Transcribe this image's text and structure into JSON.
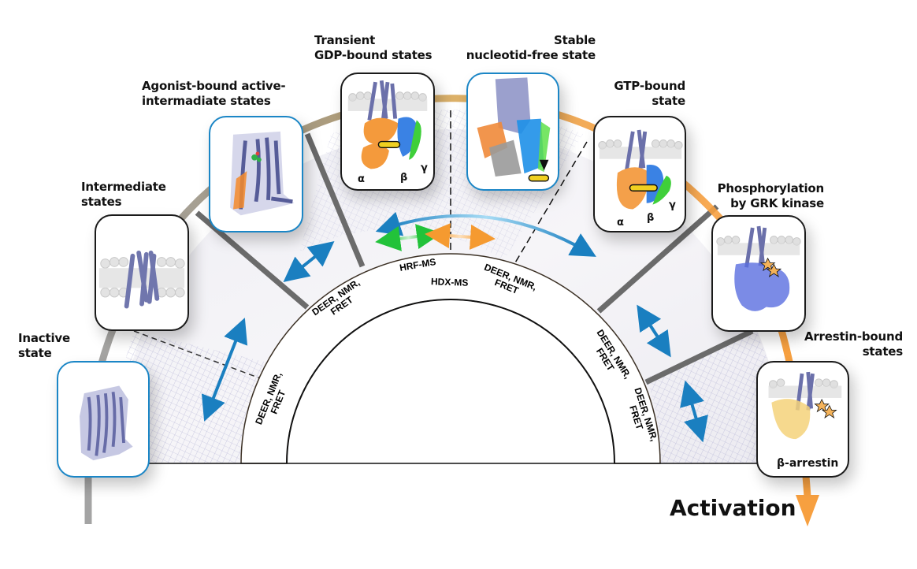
{
  "figure": {
    "type": "GPCR activation pathway diagram",
    "activation_label": "Activation",
    "colors": {
      "accent_orange": "#f7a040",
      "arc_gold": "#d8a050",
      "arc_grey": "#9a9a9a",
      "card_blue_border": "#1b86c6",
      "card_black_border": "#1a1a1a",
      "receptor": "#6e73a8",
      "g_alpha": "#f39a3c",
      "g_beta": "#2f7fe0",
      "g_gamma": "#3fcf3a",
      "arrow_blue": "#1a8fd0",
      "arrow_green": "#22c23a",
      "arrow_orange": "#f59a30",
      "nucleotide": "#f0d020"
    }
  },
  "states": [
    {
      "id": "inactive",
      "label": "Inactive\nstate",
      "card_style": "blue",
      "icon": "inactive-receptor-structure-icon"
    },
    {
      "id": "intermediate",
      "label": "Intermediate\nstates",
      "card_style": "black",
      "icon": "membrane-receptor-helices-icon"
    },
    {
      "id": "agonist-bound",
      "label": "Agonist-bound active-\nintermadiate states",
      "card_style": "blue",
      "icon": "agonist-bound-receptor-structure-icon"
    },
    {
      "id": "gdp-bound",
      "label": "Transient\nGDP-bound states",
      "card_style": "black",
      "icon": "g-protein-gdp-complex-icon",
      "subunits": [
        "α",
        "β",
        "γ"
      ]
    },
    {
      "id": "nucleotide-free",
      "label": "Stable\nnucleotid-free state",
      "card_style": "blue",
      "icon": "nucleotide-free-complex-structure-icon"
    },
    {
      "id": "gtp-bound",
      "label": "GTP-bound\nstate",
      "card_style": "black",
      "icon": "g-protein-gtp-complex-icon",
      "subunits": [
        "α",
        "β",
        "γ"
      ]
    },
    {
      "id": "phosphorylation",
      "label": "Phosphorylation\nby GRK kinase",
      "card_style": "black",
      "icon": "grk-kinase-complex-icon"
    },
    {
      "id": "arrestin-bound",
      "label": "Arrestin-bound\nstates",
      "card_style": "black",
      "icon": "arrestin-complex-icon",
      "caption": "β-arrestin"
    }
  ],
  "techniques": [
    {
      "segment": "inactive-intermediate",
      "text": "DEER, NMR,\nFRET"
    },
    {
      "segment": "intermediate-agonist",
      "text": "DEER, NMR,\nFRET"
    },
    {
      "segment": "gdp-outer",
      "text": "HRF-MS"
    },
    {
      "segment": "gdp-inner",
      "text": "HDX-MS"
    },
    {
      "segment": "nucleotide-free",
      "text": "DEER, NMR,\nFRET"
    },
    {
      "segment": "gtp-phosphorylation",
      "text": "DEER, NMR,\nFRET"
    },
    {
      "segment": "arrestin",
      "text": "DEER, NMR,\nFRET"
    }
  ]
}
